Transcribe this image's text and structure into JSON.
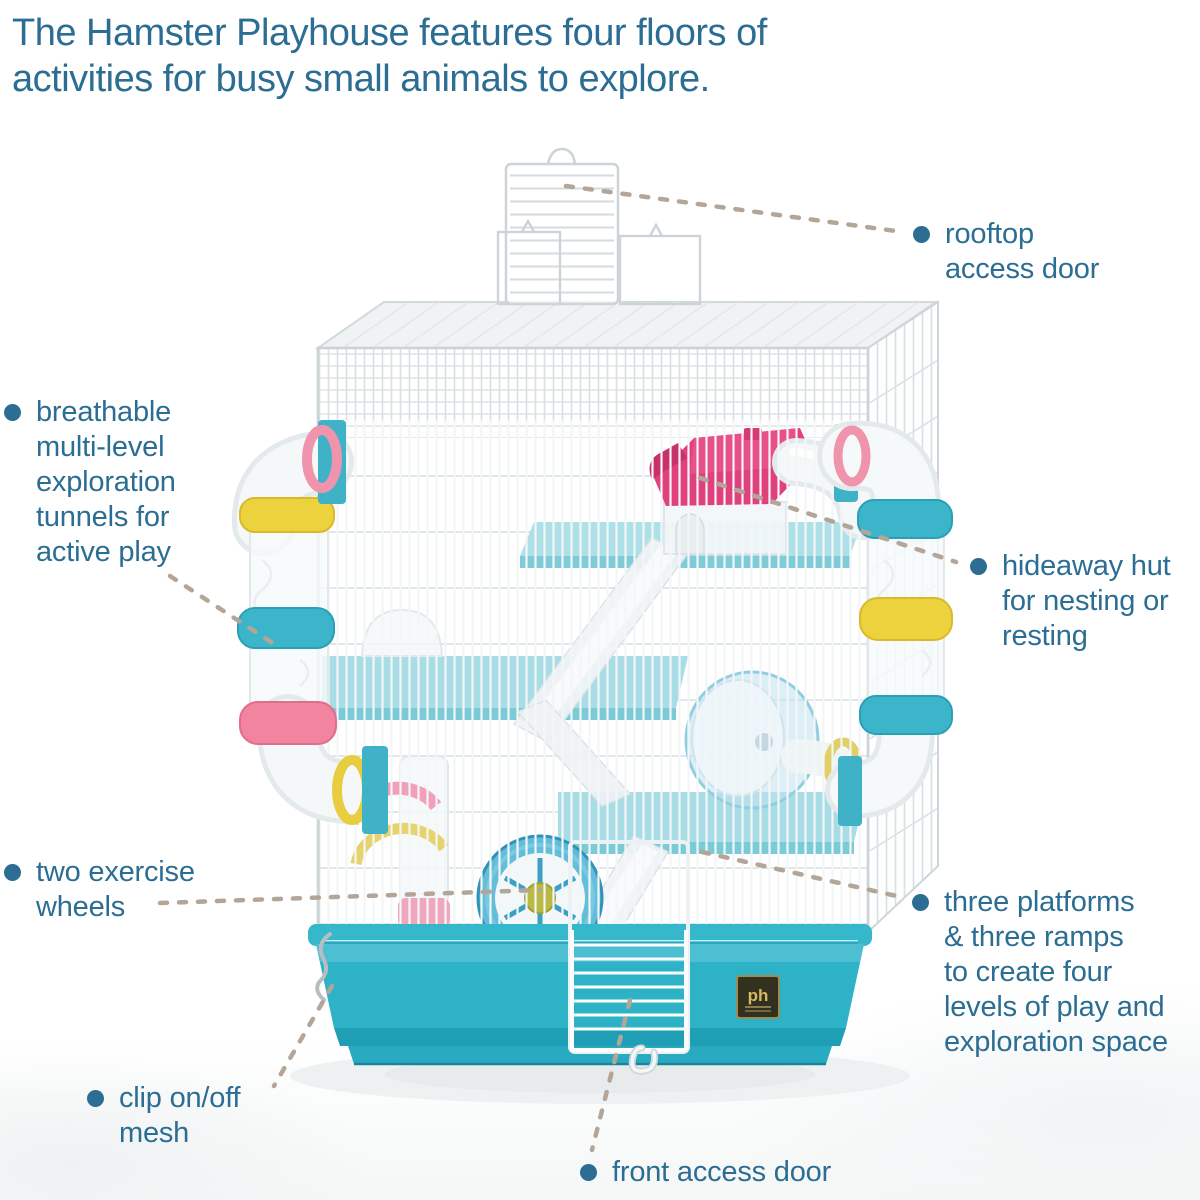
{
  "heading": {
    "text": "The Hamster Playhouse features four floors of\nactivities for busy small animals to explore."
  },
  "callouts": [
    {
      "id": "rooftop",
      "text": "rooftop\naccess door"
    },
    {
      "id": "tunnels",
      "text": "breathable\nmulti-level\nexploration\ntunnels for\nactive play"
    },
    {
      "id": "hideaway",
      "text": "hideaway hut\nfor nesting or\nresting"
    },
    {
      "id": "wheels",
      "text": "two exercise\nwheels"
    },
    {
      "id": "platforms",
      "text": "three platforms\n& three ramps\nto create four\nlevels of play and\nexploration space"
    },
    {
      "id": "clip",
      "text": "clip on/off\nmesh"
    },
    {
      "id": "front",
      "text": "front access door"
    }
  ],
  "cage": {
    "badge_label": "ph"
  },
  "colors": {
    "label_ink": "#2c6e93",
    "leader_dots": "#b3a698",
    "base_teal": "#2eb2c8",
    "platform_aqua": "#a8dde6",
    "hut_pink": "#e0407c",
    "ring_pink": "#f2849f",
    "ring_yellow": "#ecd23d",
    "ring_teal": "#3cb5ca",
    "wheel_blue": "#57b8d8",
    "wheel_hub_olive": "#b9b944",
    "wire_gray": "#d9dfe2"
  }
}
